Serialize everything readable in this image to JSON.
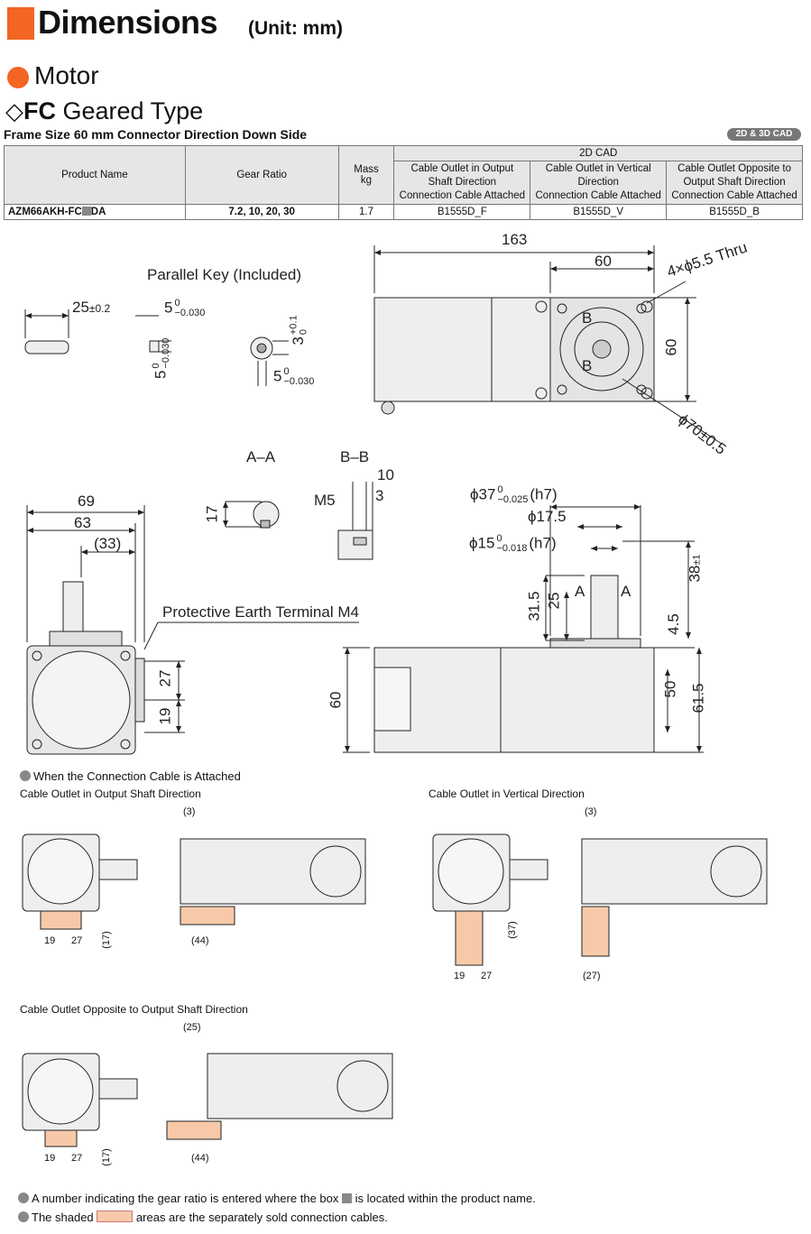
{
  "header": {
    "title": "Dimensions",
    "unit": "(Unit: mm)",
    "accent_color": "#f26522"
  },
  "section": "Motor",
  "type": {
    "prefix": "FC",
    "label": "Geared Type"
  },
  "frame_info": "Frame Size 60 mm  Connector Direction  Down Side",
  "cad_badge": "2D & 3D CAD",
  "table": {
    "col_product": "Product Name",
    "col_gear": "Gear Ratio",
    "col_mass": "Mass\nkg",
    "col_cad": "2D CAD",
    "cad_cols": [
      "Cable Outlet in Output\nShaft Direction\nConnection Cable Attached",
      "Cable Outlet in Vertical\nDirection\nConnection Cable Attached",
      "Cable Outlet Opposite to\nOutput Shaft Direction\nConnection Cable Attached"
    ],
    "row": {
      "product_prefix": "AZM66AKH-FC",
      "product_suffix": "DA",
      "gear": "7.2, 10, 20, 30",
      "mass": "1.7",
      "cad": [
        "B1555D_F",
        "B1555D_V",
        "B1555D_B"
      ]
    }
  },
  "drawing": {
    "parallel_key": "Parallel Key (Included)",
    "pk_25": "25",
    "pk_25_tol": "±0.2",
    "pk_5": "5",
    "pk_5_tol_top": "0",
    "pk_5_tol_bot": "−0.030",
    "pk_3": "3",
    "pk_3_tol_top": "+0.1",
    "pk_3_tol_bot": "0",
    "d163": "163",
    "d60_top": "60",
    "d60_side": "60",
    "holes": "4×ϕ5.5 Thru",
    "phi70": "ϕ70±0.5",
    "B": "B",
    "A": "A",
    "aa": "A–A",
    "bb": "B–B",
    "d10": "10",
    "d3": "3",
    "m5": "M5",
    "d17": "17",
    "d69": "69",
    "d63": "63",
    "d33": "(33)",
    "pe_terminal": "Protective Earth Terminal M4",
    "d27": "27",
    "d19": "19",
    "phi37": "ϕ37",
    "phi37_tol_top": "0",
    "phi37_tol_bot": "−0.025",
    "phi37_h": "(h7)",
    "phi175": "ϕ17.5",
    "phi15": "ϕ15",
    "phi15_tol_top": "0",
    "phi15_tol_bot": "−0.018",
    "phi15_h": "(h7)",
    "d38": "38",
    "d38_tol": "±1",
    "d315": "31.5",
    "d25": "25",
    "d45": "4.5",
    "d50": "50",
    "d615": "61.5",
    "d60_front": "60"
  },
  "cable": {
    "heading": "When the Connection Cable is Attached",
    "out_shaft": "Cable Outlet in Output Shaft Direction",
    "vertical": "Cable Outlet in Vertical Direction",
    "opposite": "Cable Outlet Opposite to Output Shaft Direction",
    "d19": "19",
    "d27": "27",
    "d17": "(17)",
    "d44": "(44)",
    "d3": "(3)",
    "d37": "(37)",
    "d27p": "(27)",
    "d25": "(25)"
  },
  "notes": {
    "n1_a": "A number indicating the gear ratio is entered where the box",
    "n1_b": "is located within the product name.",
    "n2_a": "The shaded",
    "n2_b": "areas are the separately sold connection cables."
  }
}
